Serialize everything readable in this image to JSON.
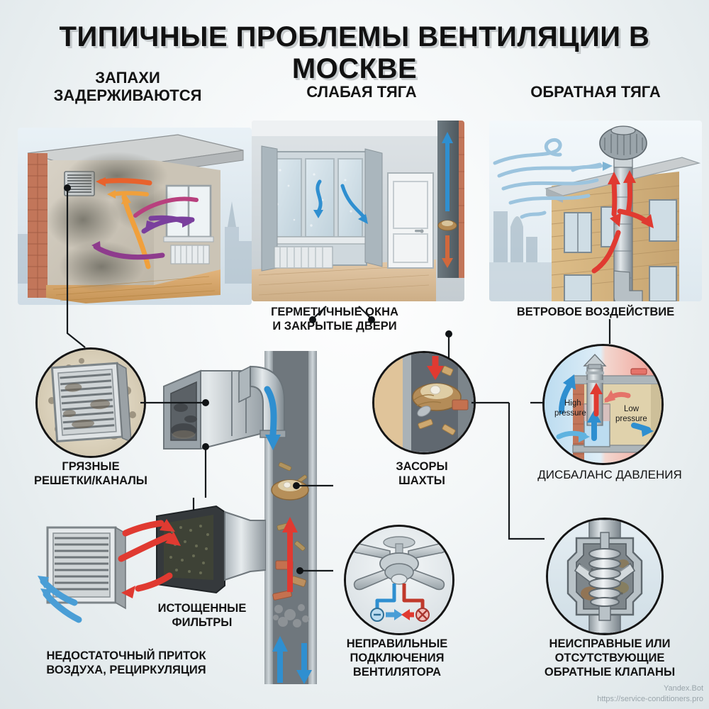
{
  "poster": {
    "title": "ТИПИЧНЫЕ ПРОБЛЕМЫ ВЕНТИЛЯЦИИ В МОСКВЕ",
    "background_color": "#eef2f4",
    "watermark_line1": "Yandex.Bot",
    "watermark_line2": "https://service-conditioners.pro"
  },
  "columns": [
    {
      "id": "odors",
      "heading_line1": "ЗАПАХИ",
      "heading_line2": "ЗАДЕРЖИВАЮТСЯ"
    },
    {
      "id": "weak-draft",
      "heading_line1": "СЛАБАЯ ТЯГА",
      "heading_line2": ""
    },
    {
      "id": "backdraft",
      "heading_line1": "ОБРАТНАЯ ТЯГА",
      "heading_line2": ""
    }
  ],
  "captions": {
    "sealed_windows": {
      "line1": "ГЕРМЕТИЧНЫЕ ОКНА",
      "line2": "И ЗАКРЫТЫЕ ДВЕРИ"
    },
    "wind_effect": {
      "line1": "ВЕТРОВОЕ ВОЗДЕЙСТВИЕ",
      "line2": ""
    },
    "dirty_grilles": {
      "line1": "ГРЯЗНЫЕ",
      "line2": "РЕШЕТКИ/КАНАЛЫ"
    },
    "shaft_blockage": {
      "line1": "ЗАСОРЫ",
      "line2": "ШАХТЫ"
    },
    "pressure_imbalance": {
      "line1": "ДИСБАЛАНС ДАВЛЕНИЯ",
      "line2": ""
    },
    "depleted_filters": {
      "line1": "ИСТОЩЕННЫЕ",
      "line2": "ФИЛЬТРЫ"
    },
    "insufficient_air": {
      "line1": "НЕДОСТАТОЧНЫЙ ПРИТОК",
      "line2": "ВОЗДУХА, РЕЦИРКУЛЯЦИЯ"
    },
    "fan_wiring": {
      "line1": "НЕПРАВИЛЬНЫЕ",
      "line2": "ПОДКЛЮЧЕНИЯ",
      "line3": "ВЕНТИЛЯТОРА"
    },
    "check_valves": {
      "line1": "НЕИСПРАВНЫЕ ИЛИ",
      "line2": "ОТСУТСТВУЮЩИЕ",
      "line3": "ОБРАТНЫЕ КЛАПАНЫ"
    }
  },
  "diagram_labels": {
    "high_pressure_line1": "High",
    "high_pressure_line2": "pressure",
    "low_pressure_line1": "Low",
    "low_pressure_line2": "pressure"
  },
  "palette": {
    "warm_arrow": "#e8622c",
    "warm_arrow_alt": "#f0a03c",
    "magenta_arrow": "#b8407e",
    "purple_arrow": "#7a3f9d",
    "blue_arrow": "#2f8fd0",
    "red_arrow": "#e03a31",
    "brick": "#c2765a",
    "brick_tan": "#d7b481",
    "metal_light": "#d4dade",
    "metal_dark": "#8e9aa2",
    "smoke": "#7d7a70",
    "wood_floor": "#d6a871",
    "outline": "#151515",
    "cold_fill": "#bcdcf0",
    "hot_fill": "#ef9a90"
  }
}
